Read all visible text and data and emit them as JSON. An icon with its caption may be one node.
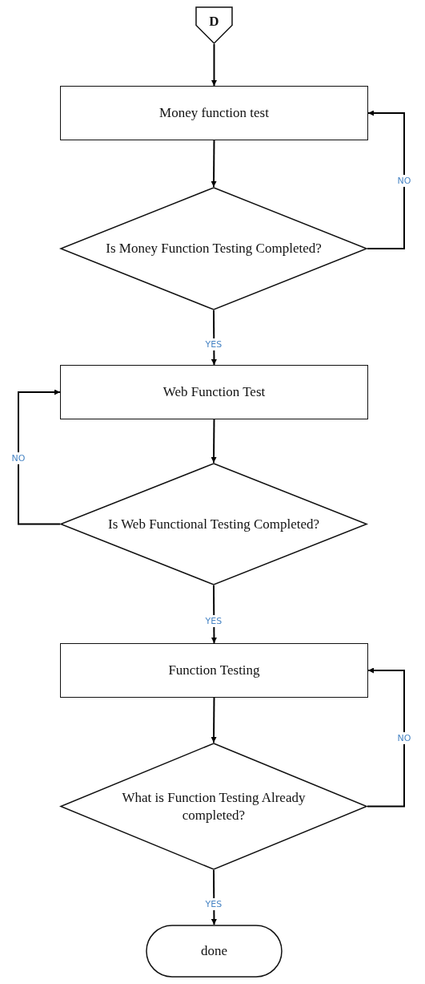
{
  "diagram": {
    "nodes": [
      {
        "text": [
          "D"
        ]
      },
      {
        "text": [
          "Money function test"
        ]
      },
      {
        "text": [
          "Is Money Function Testing Completed?"
        ]
      },
      {
        "text": [
          "Web Function Test"
        ]
      },
      {
        "text": [
          "Is Web Functional Testing Completed?"
        ]
      },
      {
        "text": [
          "Function Testing"
        ]
      },
      {
        "text": [
          "What is Function Testing Already completed?"
        ]
      },
      {
        "text": [
          "done"
        ]
      }
    ],
    "edges": [
      {
        "from": 0,
        "to": 1,
        "arrow": "to"
      },
      {
        "from": 1,
        "to": 2,
        "arrow": "to"
      },
      {
        "from": 2,
        "to": 1,
        "arrow": "to",
        "label": "NO"
      },
      {
        "from": 2,
        "to": 3,
        "arrow": "to",
        "label": "YES"
      },
      {
        "from": 3,
        "to": 4,
        "arrow": "to"
      },
      {
        "from": 4,
        "to": 3,
        "arrow": "to",
        "label": "NO"
      },
      {
        "from": 4,
        "to": 5,
        "arrow": "to",
        "label": "YES"
      },
      {
        "from": 5,
        "to": 6,
        "arrow": "to"
      },
      {
        "from": 6,
        "to": 5,
        "arrow": "to",
        "label": "NO"
      },
      {
        "from": 6,
        "to": 7,
        "arrow": "to",
        "label": "YES"
      }
    ]
  }
}
